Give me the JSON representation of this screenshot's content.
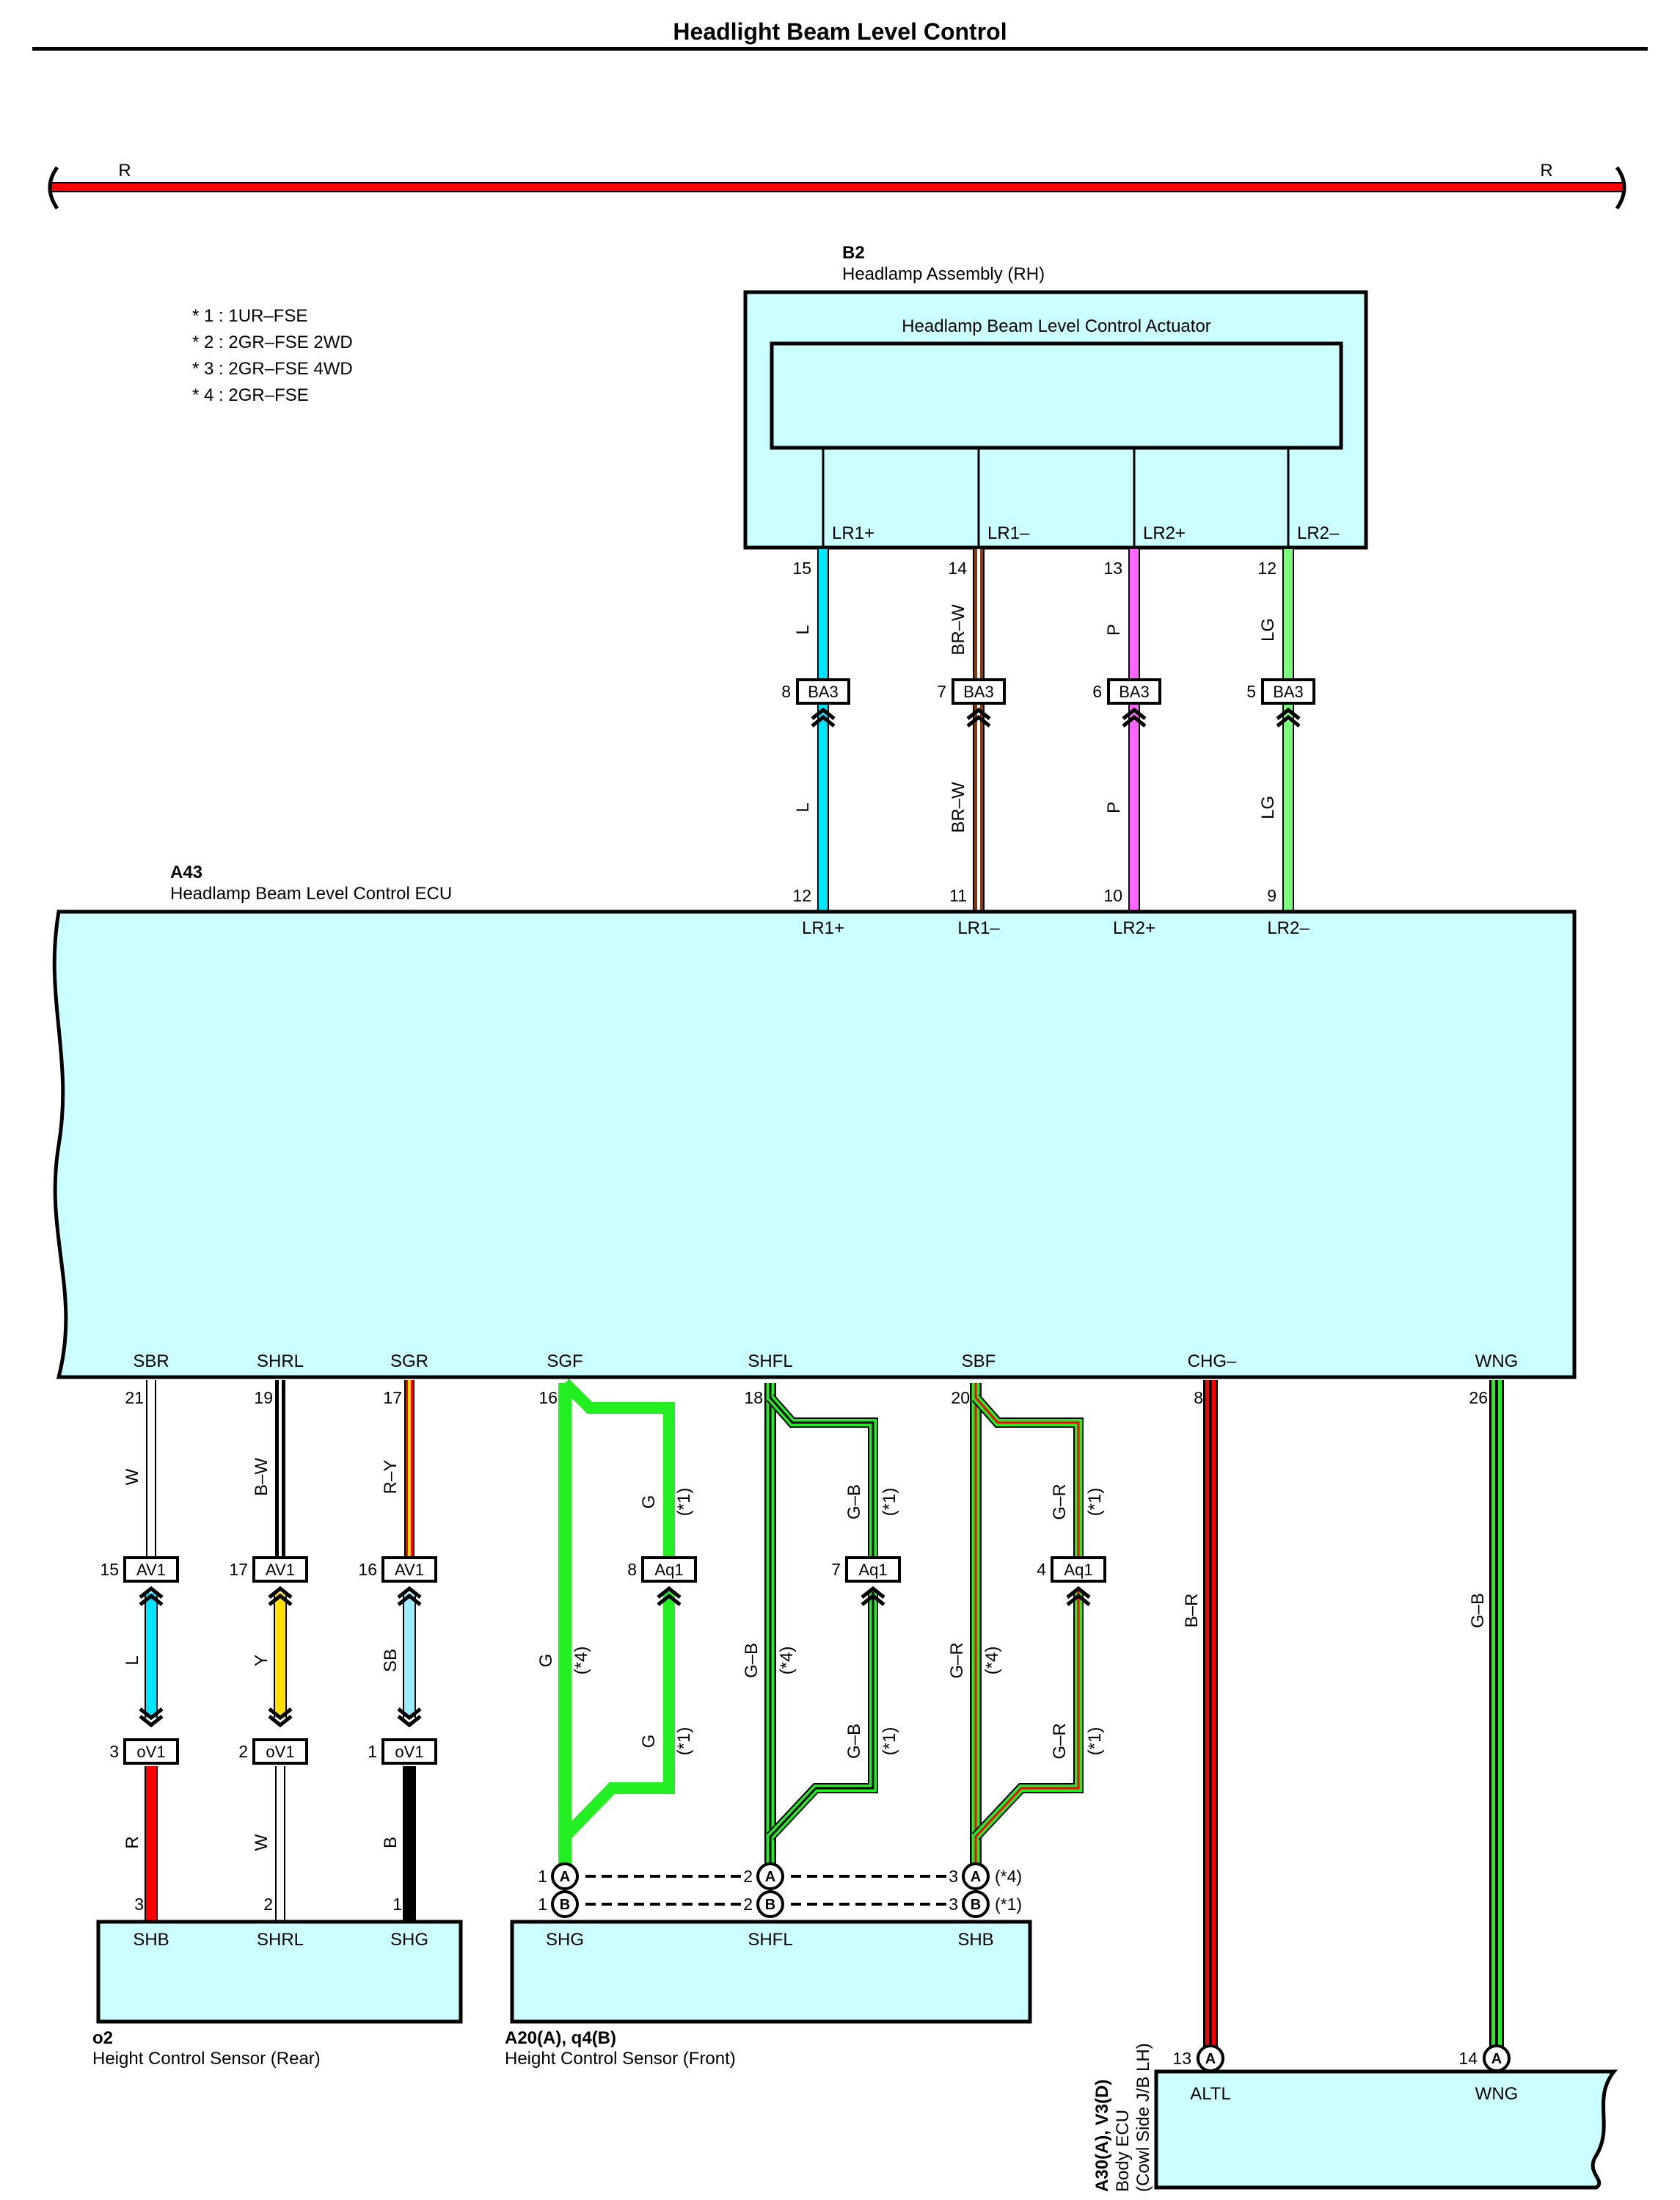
{
  "title": "Headlight Beam Level Control",
  "colors": {
    "R": "#ff0000",
    "L": "#00e5ff",
    "BR": "#8b3a0f",
    "P": "#ff66ff",
    "LG": "#7dff7d",
    "G": "#22ee22",
    "W": "#ffffff",
    "B": "#000000",
    "Y": "#ffe000",
    "SB": "#99eeff",
    "box_fill": "#ccffff"
  },
  "power_line": {
    "left_label": "R",
    "right_label": "R"
  },
  "notes": [
    "* 1 : 1UR–FSE",
    "* 2 : 2GR–FSE 2WD",
    "* 3 : 2GR–FSE 4WD",
    "* 4 : 2GR–FSE"
  ],
  "b2": {
    "code": "B2",
    "name": "Headlamp Assembly (RH)",
    "inner": "Headlamp Beam Level Control Actuator",
    "terms": [
      "LR1+",
      "LR1–",
      "LR2+",
      "LR2–"
    ],
    "pins": [
      "15",
      "14",
      "13",
      "12"
    ]
  },
  "ba3": {
    "name": "BA3",
    "pins": [
      "8",
      "7",
      "6",
      "5"
    ],
    "wire_colors": [
      "L",
      "BR–W",
      "P",
      "LG"
    ]
  },
  "a43": {
    "code": "A43",
    "name": "Headlamp Beam Level Control ECU",
    "top_pins": [
      "12",
      "11",
      "10",
      "9"
    ],
    "top_terms": [
      "LR1+",
      "LR1–",
      "LR2+",
      "LR2–"
    ],
    "bottom_terms": [
      "SBR",
      "SHRL",
      "SGR",
      "SGF",
      "SHFL",
      "SBF",
      "CHG–",
      "WNG"
    ],
    "bottom_pins": [
      "21",
      "19",
      "17",
      "16",
      "18",
      "20",
      "8",
      "26"
    ]
  },
  "av1": {
    "name": "AV1",
    "pins": [
      "15",
      "17",
      "16"
    ],
    "upper_colors": [
      "W",
      "B–W",
      "R–Y"
    ],
    "lower_colors": [
      "L",
      "Y",
      "SB"
    ]
  },
  "ov1": {
    "name": "oV1",
    "pins": [
      "3",
      "2",
      "1"
    ],
    "colors": [
      "R",
      "W",
      "B"
    ]
  },
  "aq1": {
    "name": "Aq1",
    "pins": [
      "8",
      "7",
      "4"
    ],
    "colors": [
      "G",
      "G–B",
      "G–R"
    ],
    "note_1": "(*1)",
    "note_4": "(*4)"
  },
  "o2": {
    "code": "o2",
    "name": "Height Control Sensor (Rear)",
    "pins": [
      "3",
      "2",
      "1"
    ],
    "terms": [
      "SHB",
      "SHRL",
      "SHG"
    ]
  },
  "a20": {
    "code": "A20(A), q4(B)",
    "name": "Height Control Sensor (Front)",
    "terms": [
      "SHG",
      "SHFL",
      "SHB"
    ],
    "rowA_pins": [
      "1",
      "2",
      "3"
    ],
    "rowB_pins": [
      "1",
      "2",
      "3"
    ],
    "circle_A": "A",
    "circle_B": "B",
    "rowA_note": "(*4)",
    "rowB_note": "(*1)"
  },
  "body_ecu": {
    "code": "A30(A), V3(D)",
    "name": "Body ECU",
    "sub": "(Cowl Side J/B LH)",
    "pins": [
      "13",
      "14"
    ],
    "circle": "A",
    "terms": [
      "ALTL",
      "WNG"
    ],
    "wire_colors": [
      "B–R",
      "G–B"
    ]
  }
}
